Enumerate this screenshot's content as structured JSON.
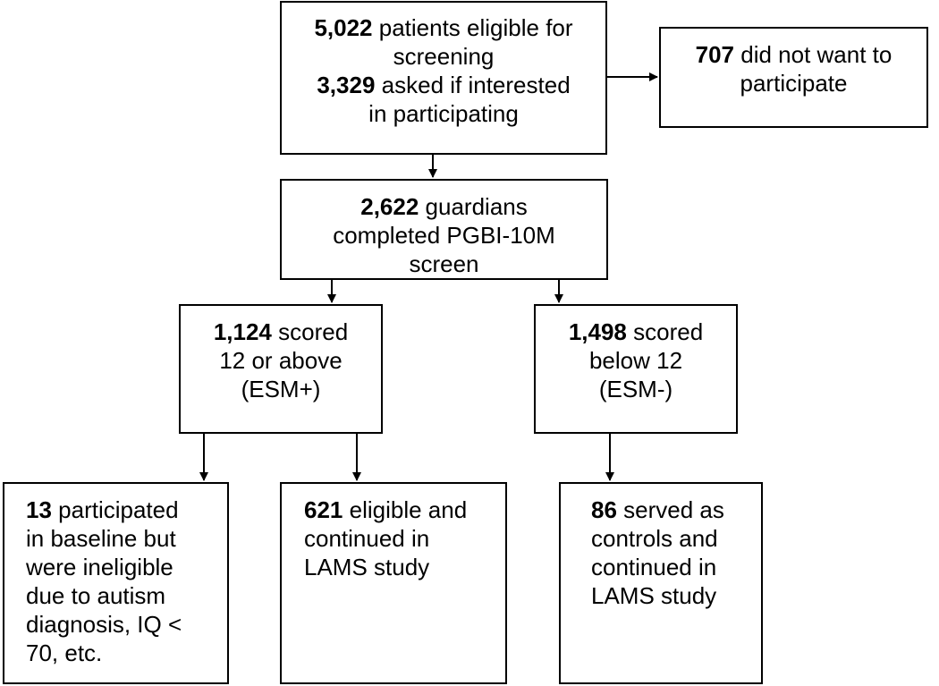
{
  "boxes": {
    "eligible": {
      "lines": [
        {
          "num": "5,022",
          "text": " patients eligible for"
        },
        {
          "num": "",
          "text": "screening"
        },
        {
          "num": "3,329",
          "text": " asked if interested"
        },
        {
          "num": "",
          "text": "in participating"
        }
      ]
    },
    "declined": {
      "lines": [
        {
          "num": "707",
          "text": " did not want to"
        },
        {
          "num": "",
          "text": "participate"
        }
      ]
    },
    "screened": {
      "lines": [
        {
          "num": "2,622",
          "text": " guardians"
        },
        {
          "num": "",
          "text": "completed PGBI-10M"
        },
        {
          "num": "",
          "text": "screen"
        }
      ]
    },
    "esm_pos": {
      "lines": [
        {
          "num": "1,124",
          "text": " scored"
        },
        {
          "num": "",
          "text": "12 or above"
        },
        {
          "num": "",
          "text": "(ESM+)"
        }
      ]
    },
    "esm_neg": {
      "lines": [
        {
          "num": "1,498",
          "text": " scored"
        },
        {
          "num": "",
          "text": "below 12"
        },
        {
          "num": "",
          "text": "(ESM-)"
        }
      ]
    },
    "ineligible": {
      "lines": [
        {
          "num": "13",
          "text": " participated"
        },
        {
          "num": "",
          "text": "in baseline but"
        },
        {
          "num": "",
          "text": "were ineligible"
        },
        {
          "num": "",
          "text": "due to autism"
        },
        {
          "num": "",
          "text": "diagnosis, IQ <"
        },
        {
          "num": "",
          "text": "70, etc."
        }
      ]
    },
    "continued": {
      "lines": [
        {
          "num": "621",
          "text": " eligible and"
        },
        {
          "num": "",
          "text": "continued in"
        },
        {
          "num": "",
          "text": "LAMS study"
        }
      ]
    },
    "controls": {
      "lines": [
        {
          "num": "86",
          "text": " served as"
        },
        {
          "num": "",
          "text": "controls and"
        },
        {
          "num": "",
          "text": "continued in"
        },
        {
          "num": "",
          "text": "LAMS study"
        }
      ]
    }
  }
}
